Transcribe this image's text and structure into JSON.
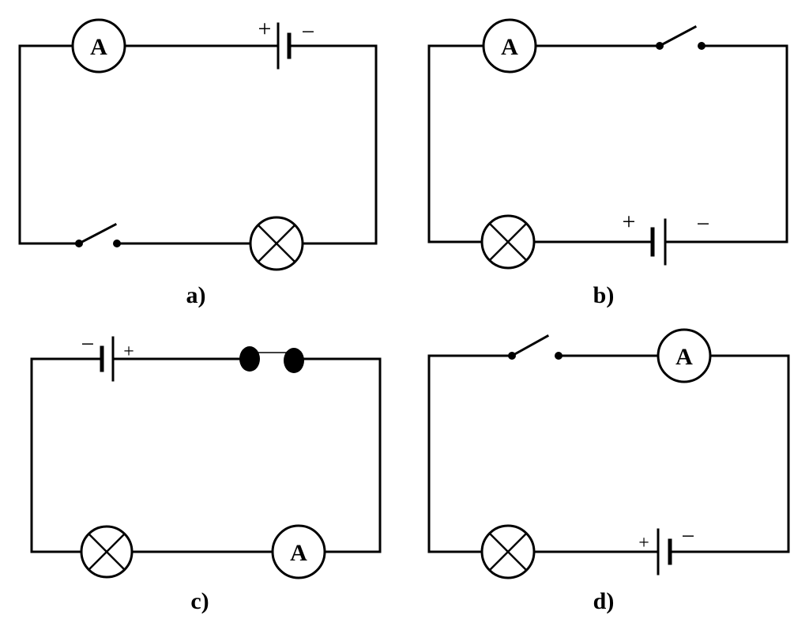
{
  "circuits": {
    "a": {
      "caption": "a)",
      "ammeter_label": "A",
      "battery_plus": "+",
      "battery_minus": "−"
    },
    "b": {
      "caption": "b)",
      "ammeter_label": "A",
      "battery_plus": "+",
      "battery_minus": "−"
    },
    "c": {
      "caption": "c)",
      "ammeter_label": "A",
      "battery_plus": "+",
      "battery_minus": "−"
    },
    "d": {
      "caption": "d)",
      "ammeter_label": "A",
      "battery_plus": "+",
      "battery_minus": "−"
    }
  }
}
